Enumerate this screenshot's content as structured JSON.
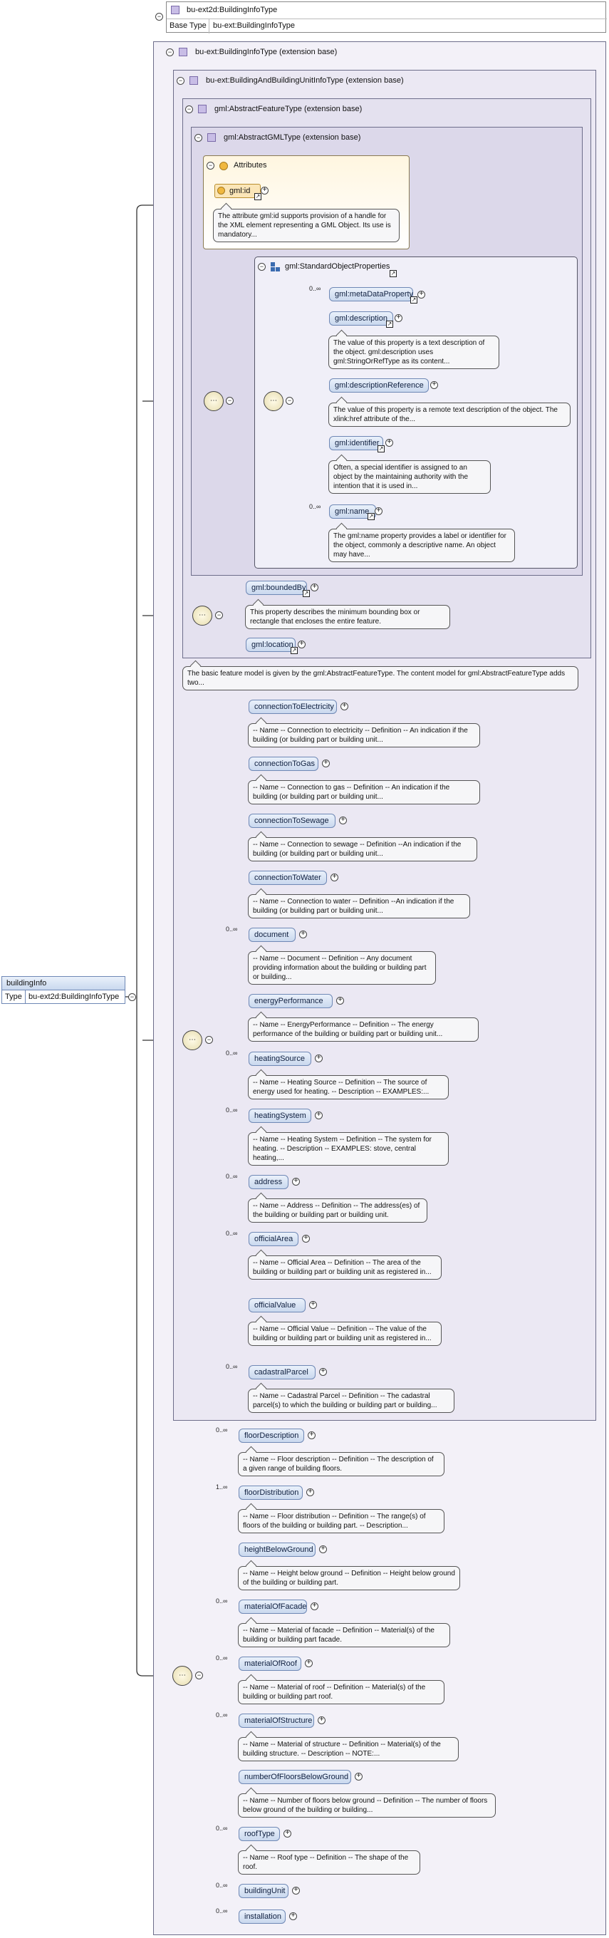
{
  "root": {
    "name": "buildingInfo",
    "type_label": "Type",
    "type_value": "bu-ext2d:BuildingInfoType"
  },
  "top_type": {
    "title": "bu-ext2d:BuildingInfoType",
    "base_label": "Base Type",
    "base_value": "bu-ext:BuildingInfoType"
  },
  "frames": {
    "f1": "bu-ext:BuildingInfoType (extension base)",
    "f2": "bu-ext:BuildingAndBuildingUnitInfoType (extension base)",
    "f3": "gml:AbstractFeatureType (extension base)",
    "f4": "gml:AbstractGMLType (extension base)"
  },
  "attributes": {
    "title": "Attributes",
    "item": "gml:id",
    "doc": "The attribute gml:id supports provision of a handle for the XML element representing a GML Object. Its use is mandatory..."
  },
  "sop": {
    "title": "gml:StandardObjectProperties",
    "items": [
      {
        "name": "gml:metaDataProperty",
        "card": "0..∞",
        "doc": ""
      },
      {
        "name": "gml:description",
        "card": "",
        "doc": "The value of this property is a text description of the object. gml:description uses gml:StringOrRefType as its content..."
      },
      {
        "name": "gml:descriptionReference",
        "card": "",
        "doc": "The value of this property is a remote text description of the object. The xlink:href attribute of the..."
      },
      {
        "name": "gml:identifier",
        "card": "",
        "doc": "Often, a special identifier is assigned to an object by the maintaining authority with the intention that it is used in..."
      },
      {
        "name": "gml:name",
        "card": "0..∞",
        "doc": "The gml:name property provides a label or identifier for the object, commonly a descriptive name. An object may have..."
      }
    ]
  },
  "feature": {
    "boundedBy": "gml:boundedBy",
    "boundedBy_doc": "This property describes the minimum bounding box or rectangle that encloses the entire feature.",
    "location": "gml:location",
    "doc": "The basic feature model is given by the gml:AbstractFeatureType. The content model for gml:AbstractFeatureType adds two..."
  },
  "bbu_items": [
    {
      "name": "connectionToElectricity",
      "card": "",
      "doc": "-- Name -- Connection to electricity -- Definition -- An indication if the building (or building part or building unit..."
    },
    {
      "name": "connectionToGas",
      "card": "",
      "doc": "-- Name -- Connection to gas -- Definition -- An indication if the building (or building part or building unit..."
    },
    {
      "name": "connectionToSewage",
      "card": "",
      "doc": "-- Name -- Connection to sewage -- Definition --An indication if the building (or building part or building unit..."
    },
    {
      "name": "connectionToWater",
      "card": "",
      "doc": "-- Name -- Connection to water -- Definition --An indication if the building (or building part or building unit..."
    },
    {
      "name": "document",
      "card": "0..∞",
      "doc": "-- Name -- Document -- Definition -- Any document providing information about the building or building part or building..."
    },
    {
      "name": "energyPerformance",
      "card": "",
      "doc": "-- Name -- EnergyPerformance -- Definition -- The energy performance of the building or building part or building unit..."
    },
    {
      "name": "heatingSource",
      "card": "0..∞",
      "doc": "-- Name -- Heating Source -- Definition -- The source of energy used for heating. -- Description -- EXAMPLES:..."
    },
    {
      "name": "heatingSystem",
      "card": "0..∞",
      "doc": "-- Name -- Heating System -- Definition -- The system for heating. -- Description -- EXAMPLES: stove, central heating,..."
    },
    {
      "name": "address",
      "card": "0..∞",
      "doc": "-- Name -- Address -- Definition -- The address(es) of the building or building part or building unit."
    },
    {
      "name": "officialArea",
      "card": "0..∞",
      "doc": "-- Name -- Official Area -- Definition -- The area of the building or building part or building unit as registered in..."
    },
    {
      "name": "officialValue",
      "card": "",
      "doc": "-- Name -- Official Value -- Definition -- The value of the building or building part or building unit as registered in..."
    },
    {
      "name": "cadastralParcel",
      "card": "0..∞",
      "doc": "-- Name -- Cadastral Parcel -- Definition -- The cadastral parcel(s) to which the building or building part or building..."
    }
  ],
  "bi_items": [
    {
      "name": "floorDescription",
      "card": "0..∞",
      "doc": "-- Name -- Floor description -- Definition -- The description of a given range of building floors."
    },
    {
      "name": "floorDistribution",
      "card": "1..∞",
      "doc": "-- Name -- Floor distribution -- Definition -- The range(s) of floors of the building or building part. -- Description..."
    },
    {
      "name": "heightBelowGround",
      "card": "",
      "doc": "-- Name -- Height below ground -- Definition -- Height below ground of the building or building part."
    },
    {
      "name": "materialOfFacade",
      "card": "0..∞",
      "doc": "-- Name -- Material of facade -- Definition -- Material(s) of the building or building part facade."
    },
    {
      "name": "materialOfRoof",
      "card": "0..∞",
      "doc": "-- Name -- Material of roof -- Definition -- Material(s) of the building or building part roof."
    },
    {
      "name": "materialOfStructure",
      "card": "0..∞",
      "doc": "-- Name -- Material of structure -- Definition -- Material(s) of the building structure. -- Description -- NOTE:..."
    },
    {
      "name": "numberOfFloorsBelowGround",
      "card": "",
      "doc": "-- Name -- Number of floors below ground -- Definition -- The number of floors below ground of the building or building..."
    },
    {
      "name": "roofType",
      "card": "0..∞",
      "doc": "-- Name -- Roof type -- Definition -- The shape of the roof."
    },
    {
      "name": "buildingUnit",
      "card": "0..∞",
      "doc": ""
    },
    {
      "name": "installation",
      "card": "0..∞",
      "doc": ""
    }
  ]
}
